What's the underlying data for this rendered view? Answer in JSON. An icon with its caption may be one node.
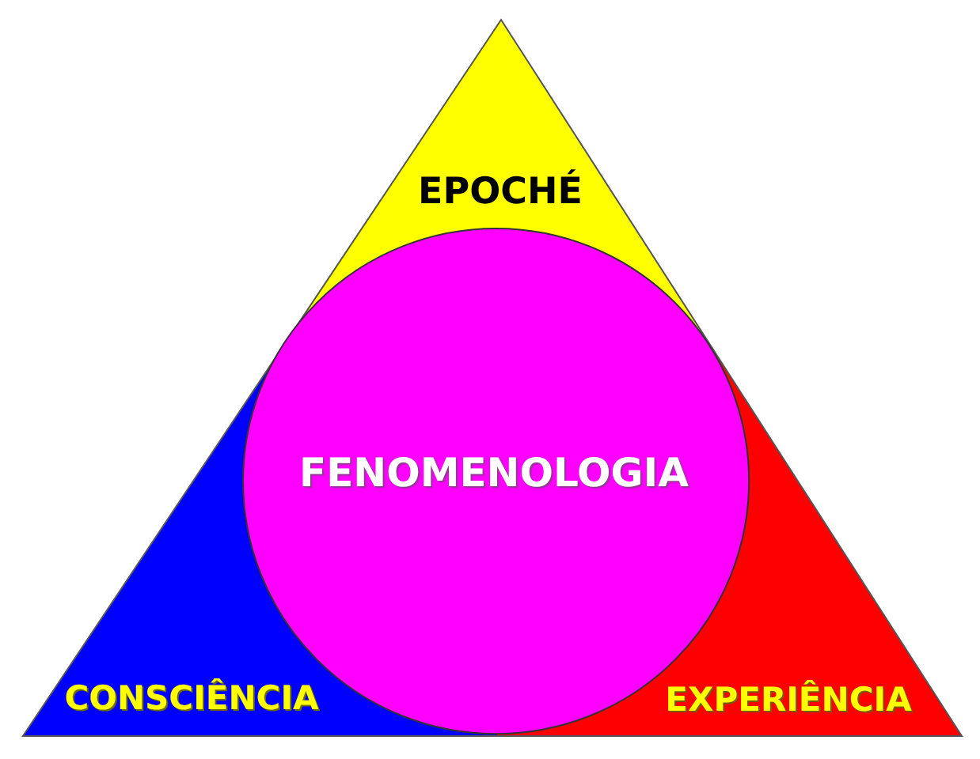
{
  "diagram": {
    "nodes": [
      {
        "text": [
          "EPOCHÉ",
          "CONSCIÊNCIA",
          "EXPERIÊNCIA"
        ]
      },
      {
        "text": [
          "FENOMENOLOGIA"
        ],
        "in": 0
      }
    ]
  }
}
